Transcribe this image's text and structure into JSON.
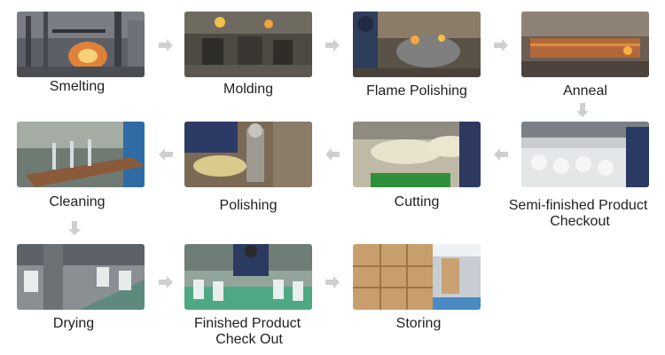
{
  "steps": [
    {
      "label": "Smelting"
    },
    {
      "label": "Molding"
    },
    {
      "label": "Flame Polishing"
    },
    {
      "label": "Anneal"
    },
    {
      "label": "Semi-finished Product",
      "label2": "Checkout"
    },
    {
      "label": "Cutting"
    },
    {
      "label": "Polishing"
    },
    {
      "label": "Cleaning"
    },
    {
      "label": "Drying"
    },
    {
      "label": "Finished Product",
      "label2": "Check Out"
    },
    {
      "label": "Storing"
    }
  ],
  "colors": {
    "arrow": "#cfcfcf",
    "text": "#1f1f1f"
  }
}
